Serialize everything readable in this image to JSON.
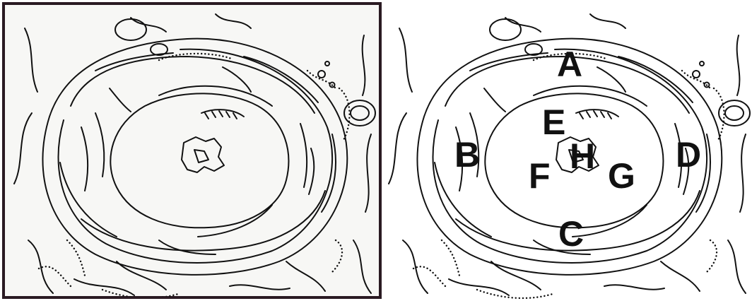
{
  "colors": {
    "ink": "#111111",
    "left_paper": "#f7f7f5",
    "left_frame": "#2a1a22",
    "right_paper": "#ffffff"
  },
  "panels": [
    {
      "name": "left-sketch-panel",
      "style": "original-scan",
      "labels": []
    },
    {
      "name": "right-labeled-panel",
      "style": "clean",
      "labels": [
        "A",
        "B",
        "C",
        "D",
        "E",
        "F",
        "G",
        "H"
      ]
    }
  ],
  "labels": [
    {
      "key": "A",
      "text": "A"
    },
    {
      "key": "B",
      "text": "B"
    },
    {
      "key": "C",
      "text": "C"
    },
    {
      "key": "D",
      "text": "D"
    },
    {
      "key": "E",
      "text": "E"
    },
    {
      "key": "F",
      "text": "F"
    },
    {
      "key": "G",
      "text": "G"
    },
    {
      "key": "H",
      "text": "H"
    }
  ]
}
